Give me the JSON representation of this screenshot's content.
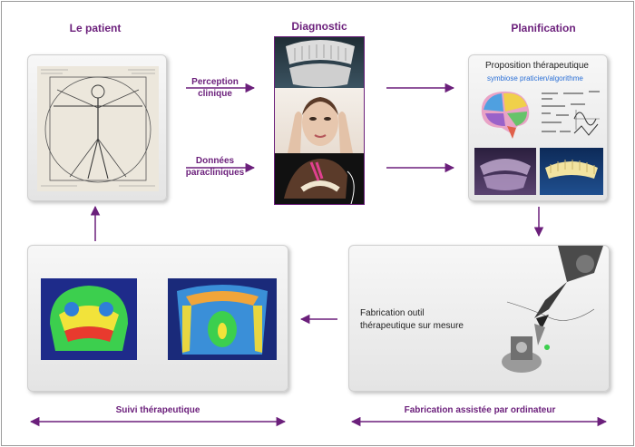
{
  "headings": {
    "patient": "Le patient",
    "diagnostic": "Diagnostic",
    "planification": "Planification"
  },
  "arrows": {
    "perception": "Perception clinique",
    "perception_line1": "Perception",
    "perception_line2": "clinique",
    "donnees_line1": "Données",
    "donnees_line2": "paracliniques"
  },
  "planification_panel": {
    "title": "Proposition thérapeutique",
    "subtitle": "symbiose praticien/algorithme"
  },
  "fabrication_panel": {
    "text_line1": "Fabrication outil",
    "text_line2": "thérapeutique sur mesure"
  },
  "bottom": {
    "suivi": "Suivi thérapeutique",
    "fao": "Fabrication assistée par ordinateur"
  },
  "colors": {
    "accent": "#6b1f7b",
    "panel_bg": "#ececec"
  }
}
